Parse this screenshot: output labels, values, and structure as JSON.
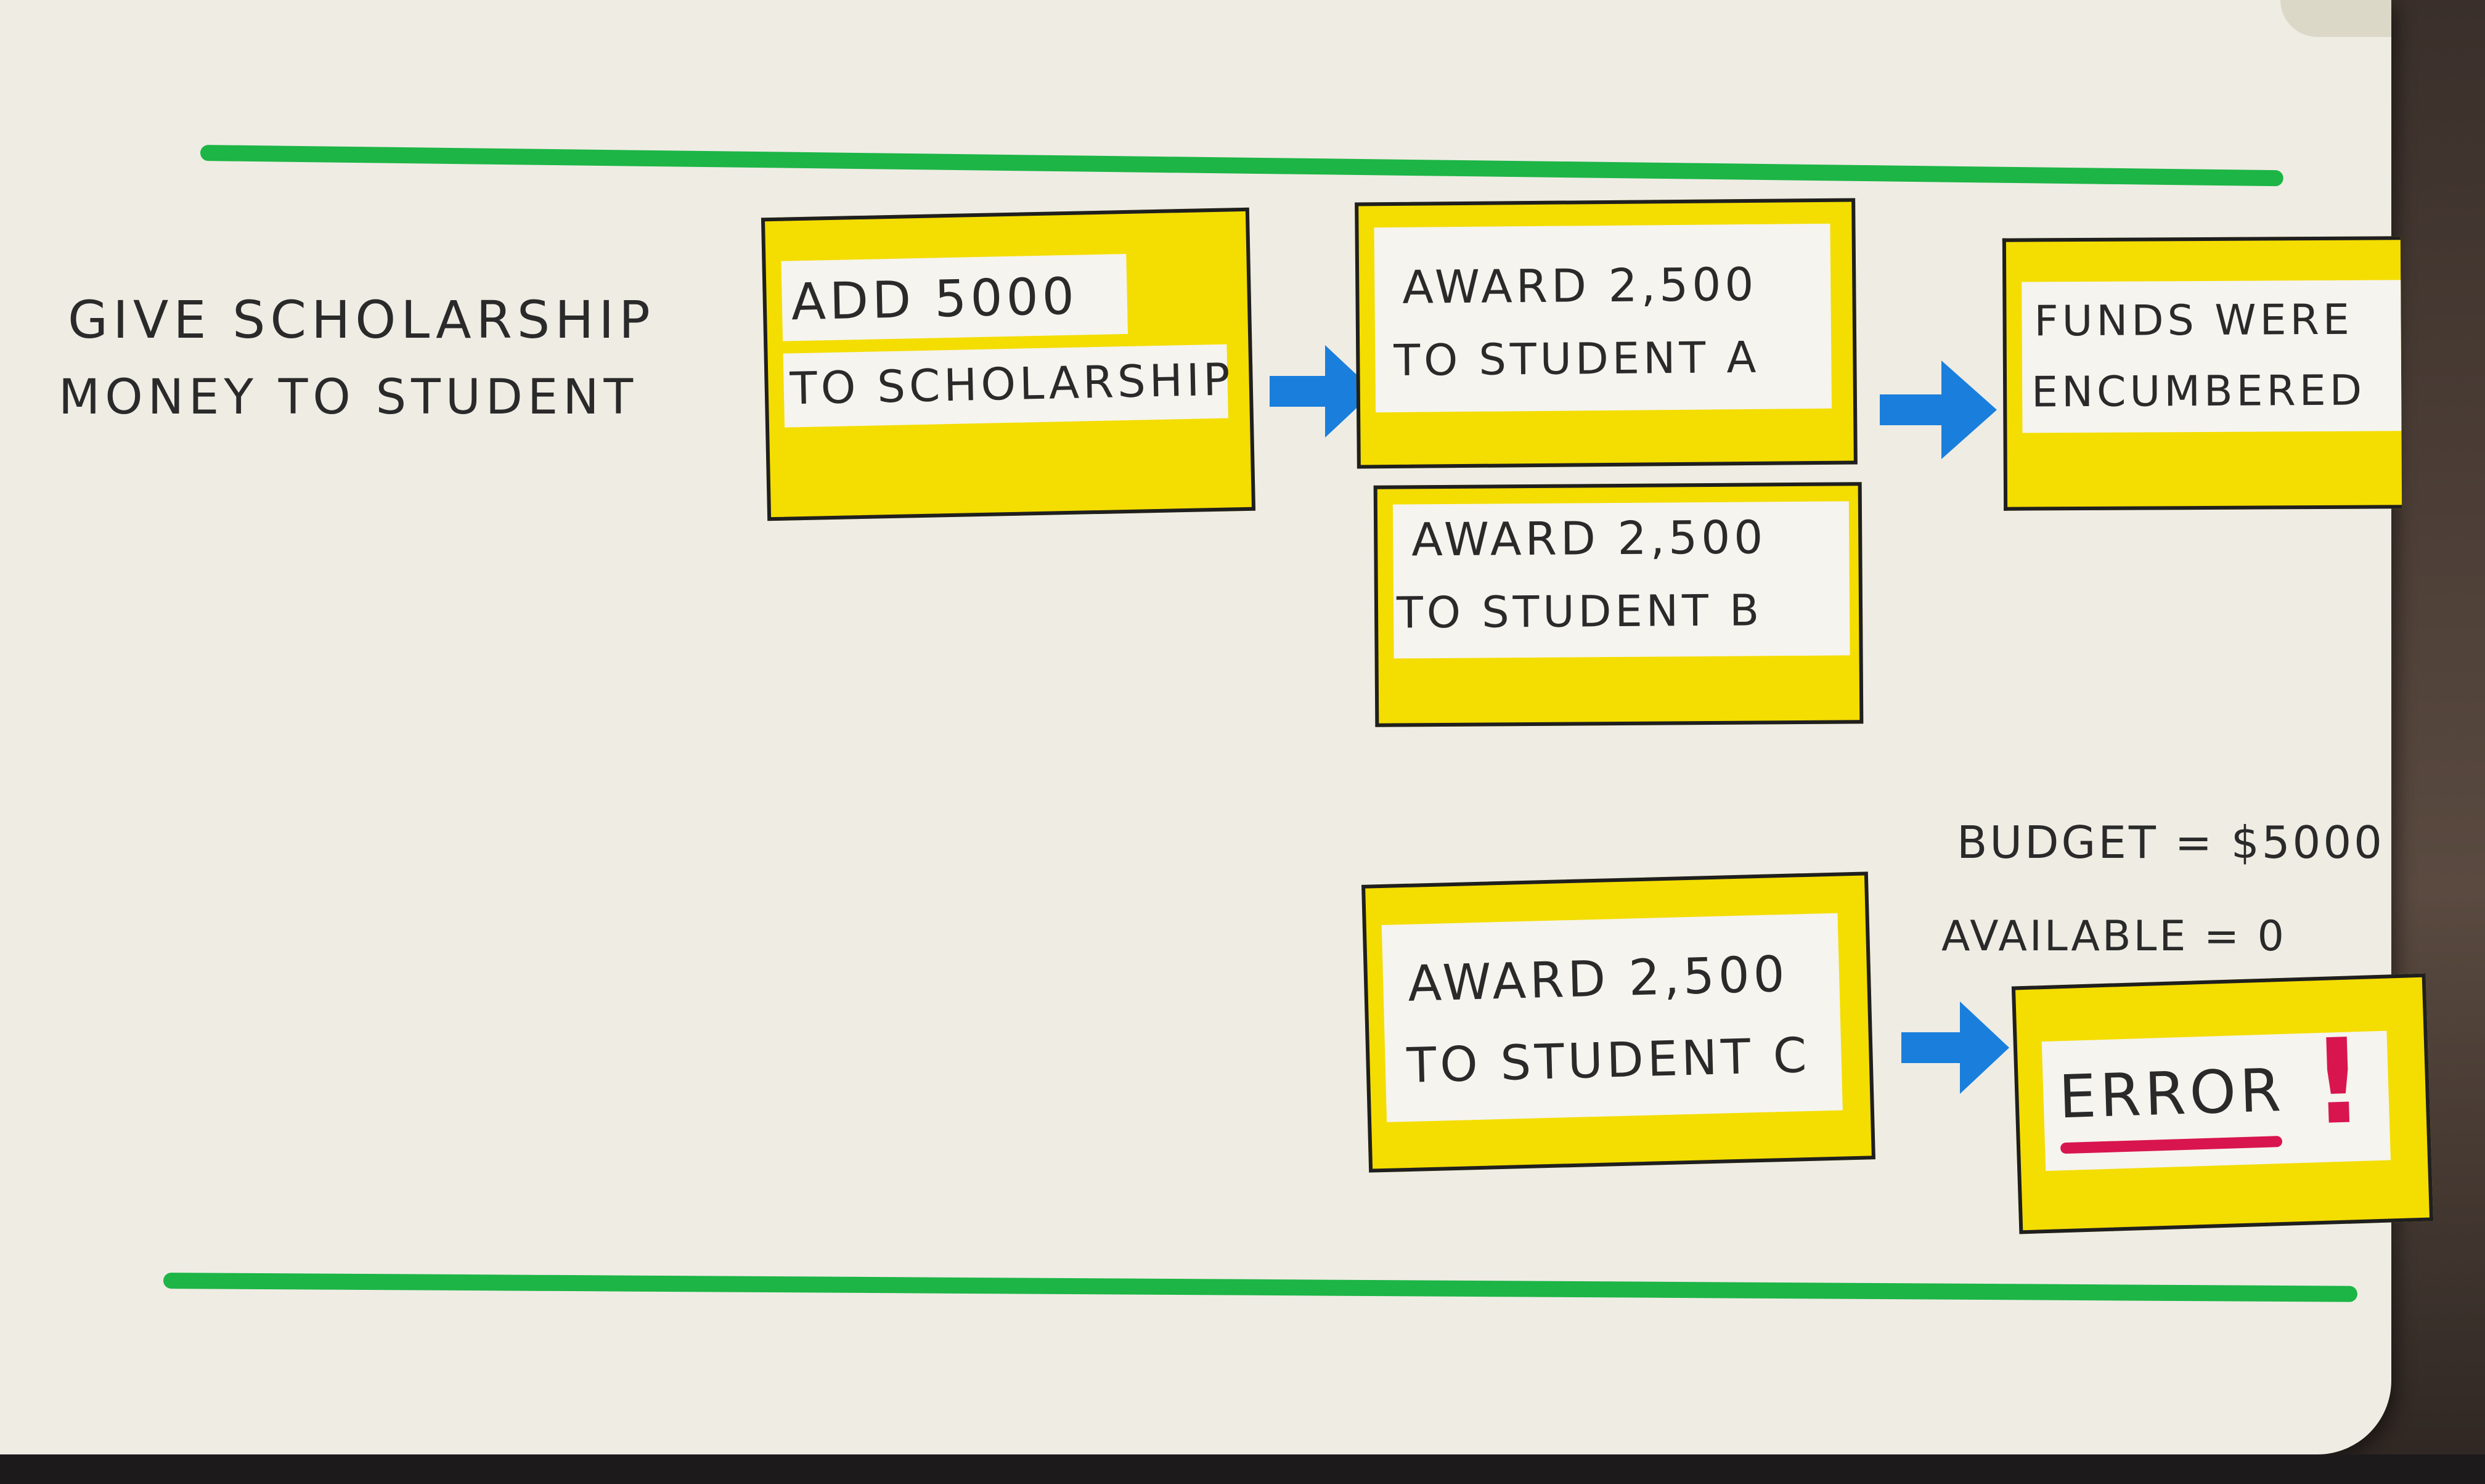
{
  "title": {
    "line1": "Give Scholarship",
    "line2": "Money to Student"
  },
  "boxes": {
    "add": {
      "line1": "Add 5000",
      "line2": "to Scholarship"
    },
    "award_a": {
      "line1": "Award 2,500",
      "line2": "to Student A"
    },
    "award_b": {
      "line1": "Award 2,500",
      "line2": "to Student B"
    },
    "funds": {
      "line1": "Funds Were",
      "line2": "Encumbered"
    },
    "award_c": {
      "line1": "Award 2,500",
      "line2": "to Student C"
    },
    "error": {
      "label": "Error",
      "mark": "!"
    }
  },
  "notes": {
    "budget": "Budget = $5000",
    "available": "Available = 0"
  },
  "colors": {
    "box_fill": "#f4dd00",
    "arrow": "#1a7fdc",
    "divider": "#1db546",
    "error": "#d8154f"
  }
}
